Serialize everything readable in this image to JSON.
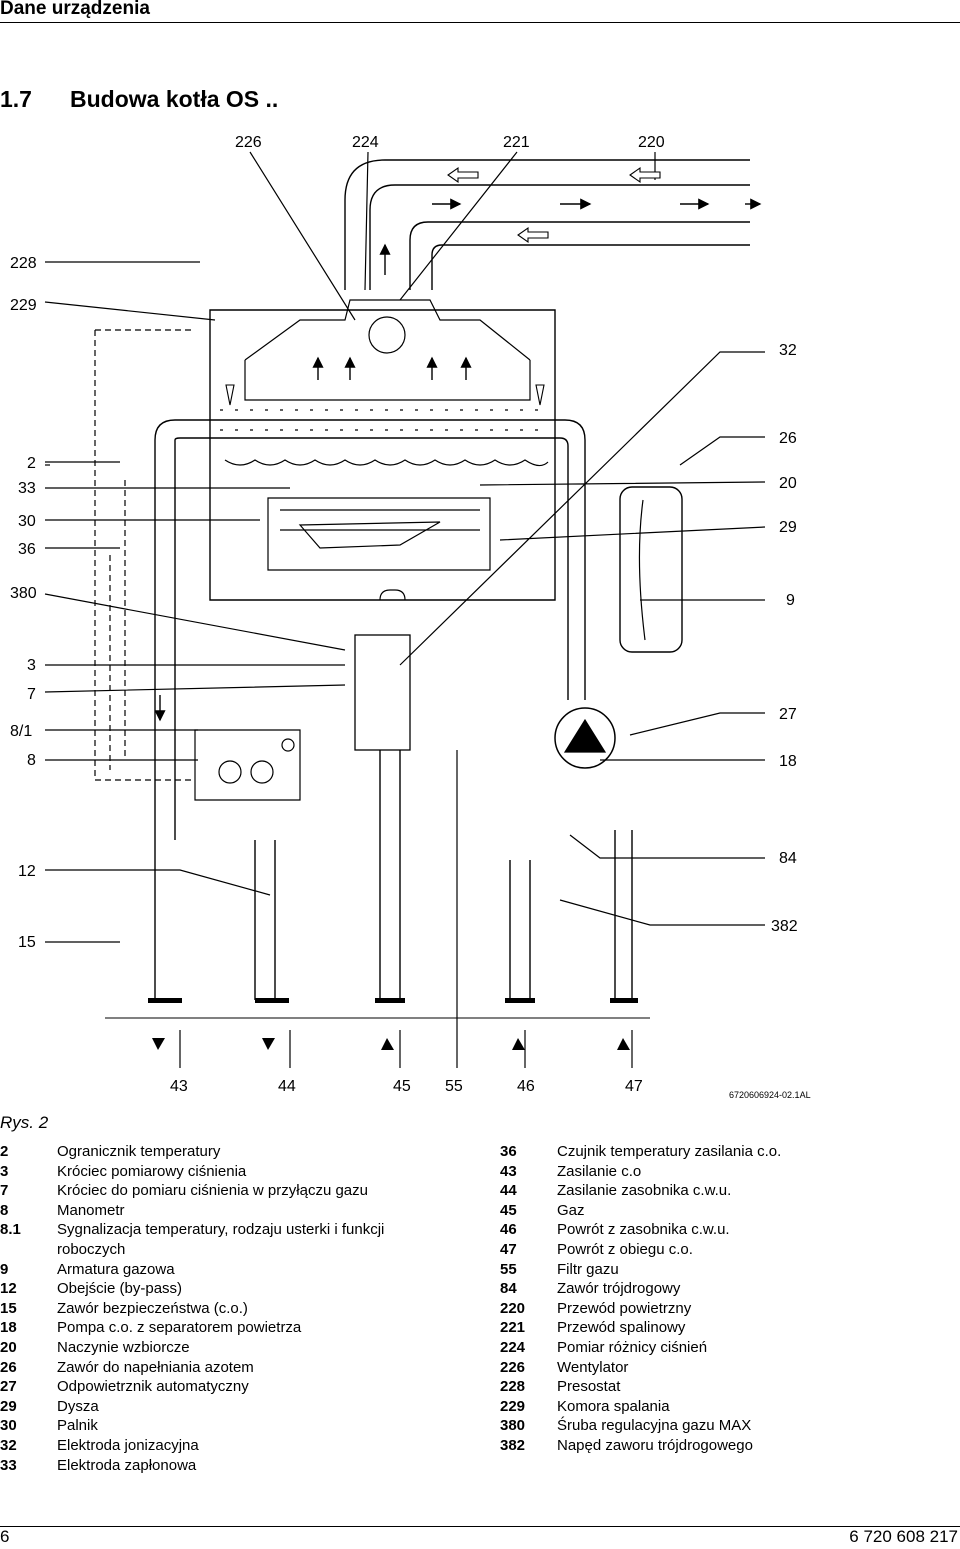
{
  "header": {
    "title": "Dane urządzenia"
  },
  "section": {
    "number": "1.7",
    "title": "Budowa kotła OS .."
  },
  "callouts": {
    "top": [
      "226",
      "224",
      "221",
      "220"
    ],
    "left": [
      "228",
      "229",
      "2",
      "33",
      "30",
      "36",
      "380",
      "3",
      "7",
      "8/1",
      "8",
      "12",
      "15"
    ],
    "right": [
      "32",
      "26",
      "20",
      "29",
      "9",
      "27",
      "18",
      "84",
      "382"
    ],
    "bottom": [
      "43",
      "44",
      "45",
      "55",
      "46",
      "47"
    ]
  },
  "drawing_code": "6720606924-02.1AL",
  "figure_caption": "Rys. 2",
  "legend_left": [
    {
      "num": "2",
      "text": "Ogranicznik temperatury"
    },
    {
      "num": "3",
      "text": "Króciec pomiarowy ciśnienia"
    },
    {
      "num": "7",
      "text": "Króciec do pomiaru ciśnienia w przyłączu gazu"
    },
    {
      "num": "8",
      "text": "Manometr"
    },
    {
      "num": "8.1",
      "text": "Sygnalizacja temperatury, rodzaju usterki i funkcji",
      "cont": "roboczych"
    },
    {
      "num": "9",
      "text": "Armatura gazowa"
    },
    {
      "num": "12",
      "text": "Obejście (by-pass)"
    },
    {
      "num": "15",
      "text": "Zawór bezpieczeństwa (c.o.)"
    },
    {
      "num": "18",
      "text": "Pompa c.o. z separatorem powietrza"
    },
    {
      "num": "20",
      "text": "Naczynie wzbiorcze"
    },
    {
      "num": "26",
      "text": "Zawór do napełniania azotem"
    },
    {
      "num": "27",
      "text": "Odpowietrznik automatyczny"
    },
    {
      "num": "29",
      "text": "Dysza"
    },
    {
      "num": "30",
      "text": "Palnik"
    },
    {
      "num": "32",
      "text": "Elektroda jonizacyjna"
    },
    {
      "num": "33",
      "text": "Elektroda zapłonowa"
    }
  ],
  "legend_right": [
    {
      "num": "36",
      "text": "Czujnik temperatury zasilania c.o."
    },
    {
      "num": "43",
      "text": "Zasilanie c.o"
    },
    {
      "num": "44",
      "text": "Zasilanie zasobnika c.w.u."
    },
    {
      "num": "45",
      "text": "Gaz"
    },
    {
      "num": "46",
      "text": "Powrót z zasobnika c.w.u."
    },
    {
      "num": "47",
      "text": "Powrót z obiegu c.o."
    },
    {
      "num": "55",
      "text": "Filtr gazu"
    },
    {
      "num": "84",
      "text": "Zawór trójdrogowy"
    },
    {
      "num": "220",
      "text": "Przewód powietrzny"
    },
    {
      "num": "221",
      "text": "Przewód spalinowy"
    },
    {
      "num": "224",
      "text": "Pomiar różnicy ciśnień"
    },
    {
      "num": "226",
      "text": "Wentylator"
    },
    {
      "num": "228",
      "text": "Presostat"
    },
    {
      "num": "229",
      "text": "Komora spalania"
    },
    {
      "num": "380",
      "text": "Śruba regulacyjna gazu MAX"
    },
    {
      "num": "382",
      "text": "Napęd zaworu trójdrogowego"
    }
  ],
  "footer": {
    "page": "6",
    "doc": "6 720 608 217"
  }
}
